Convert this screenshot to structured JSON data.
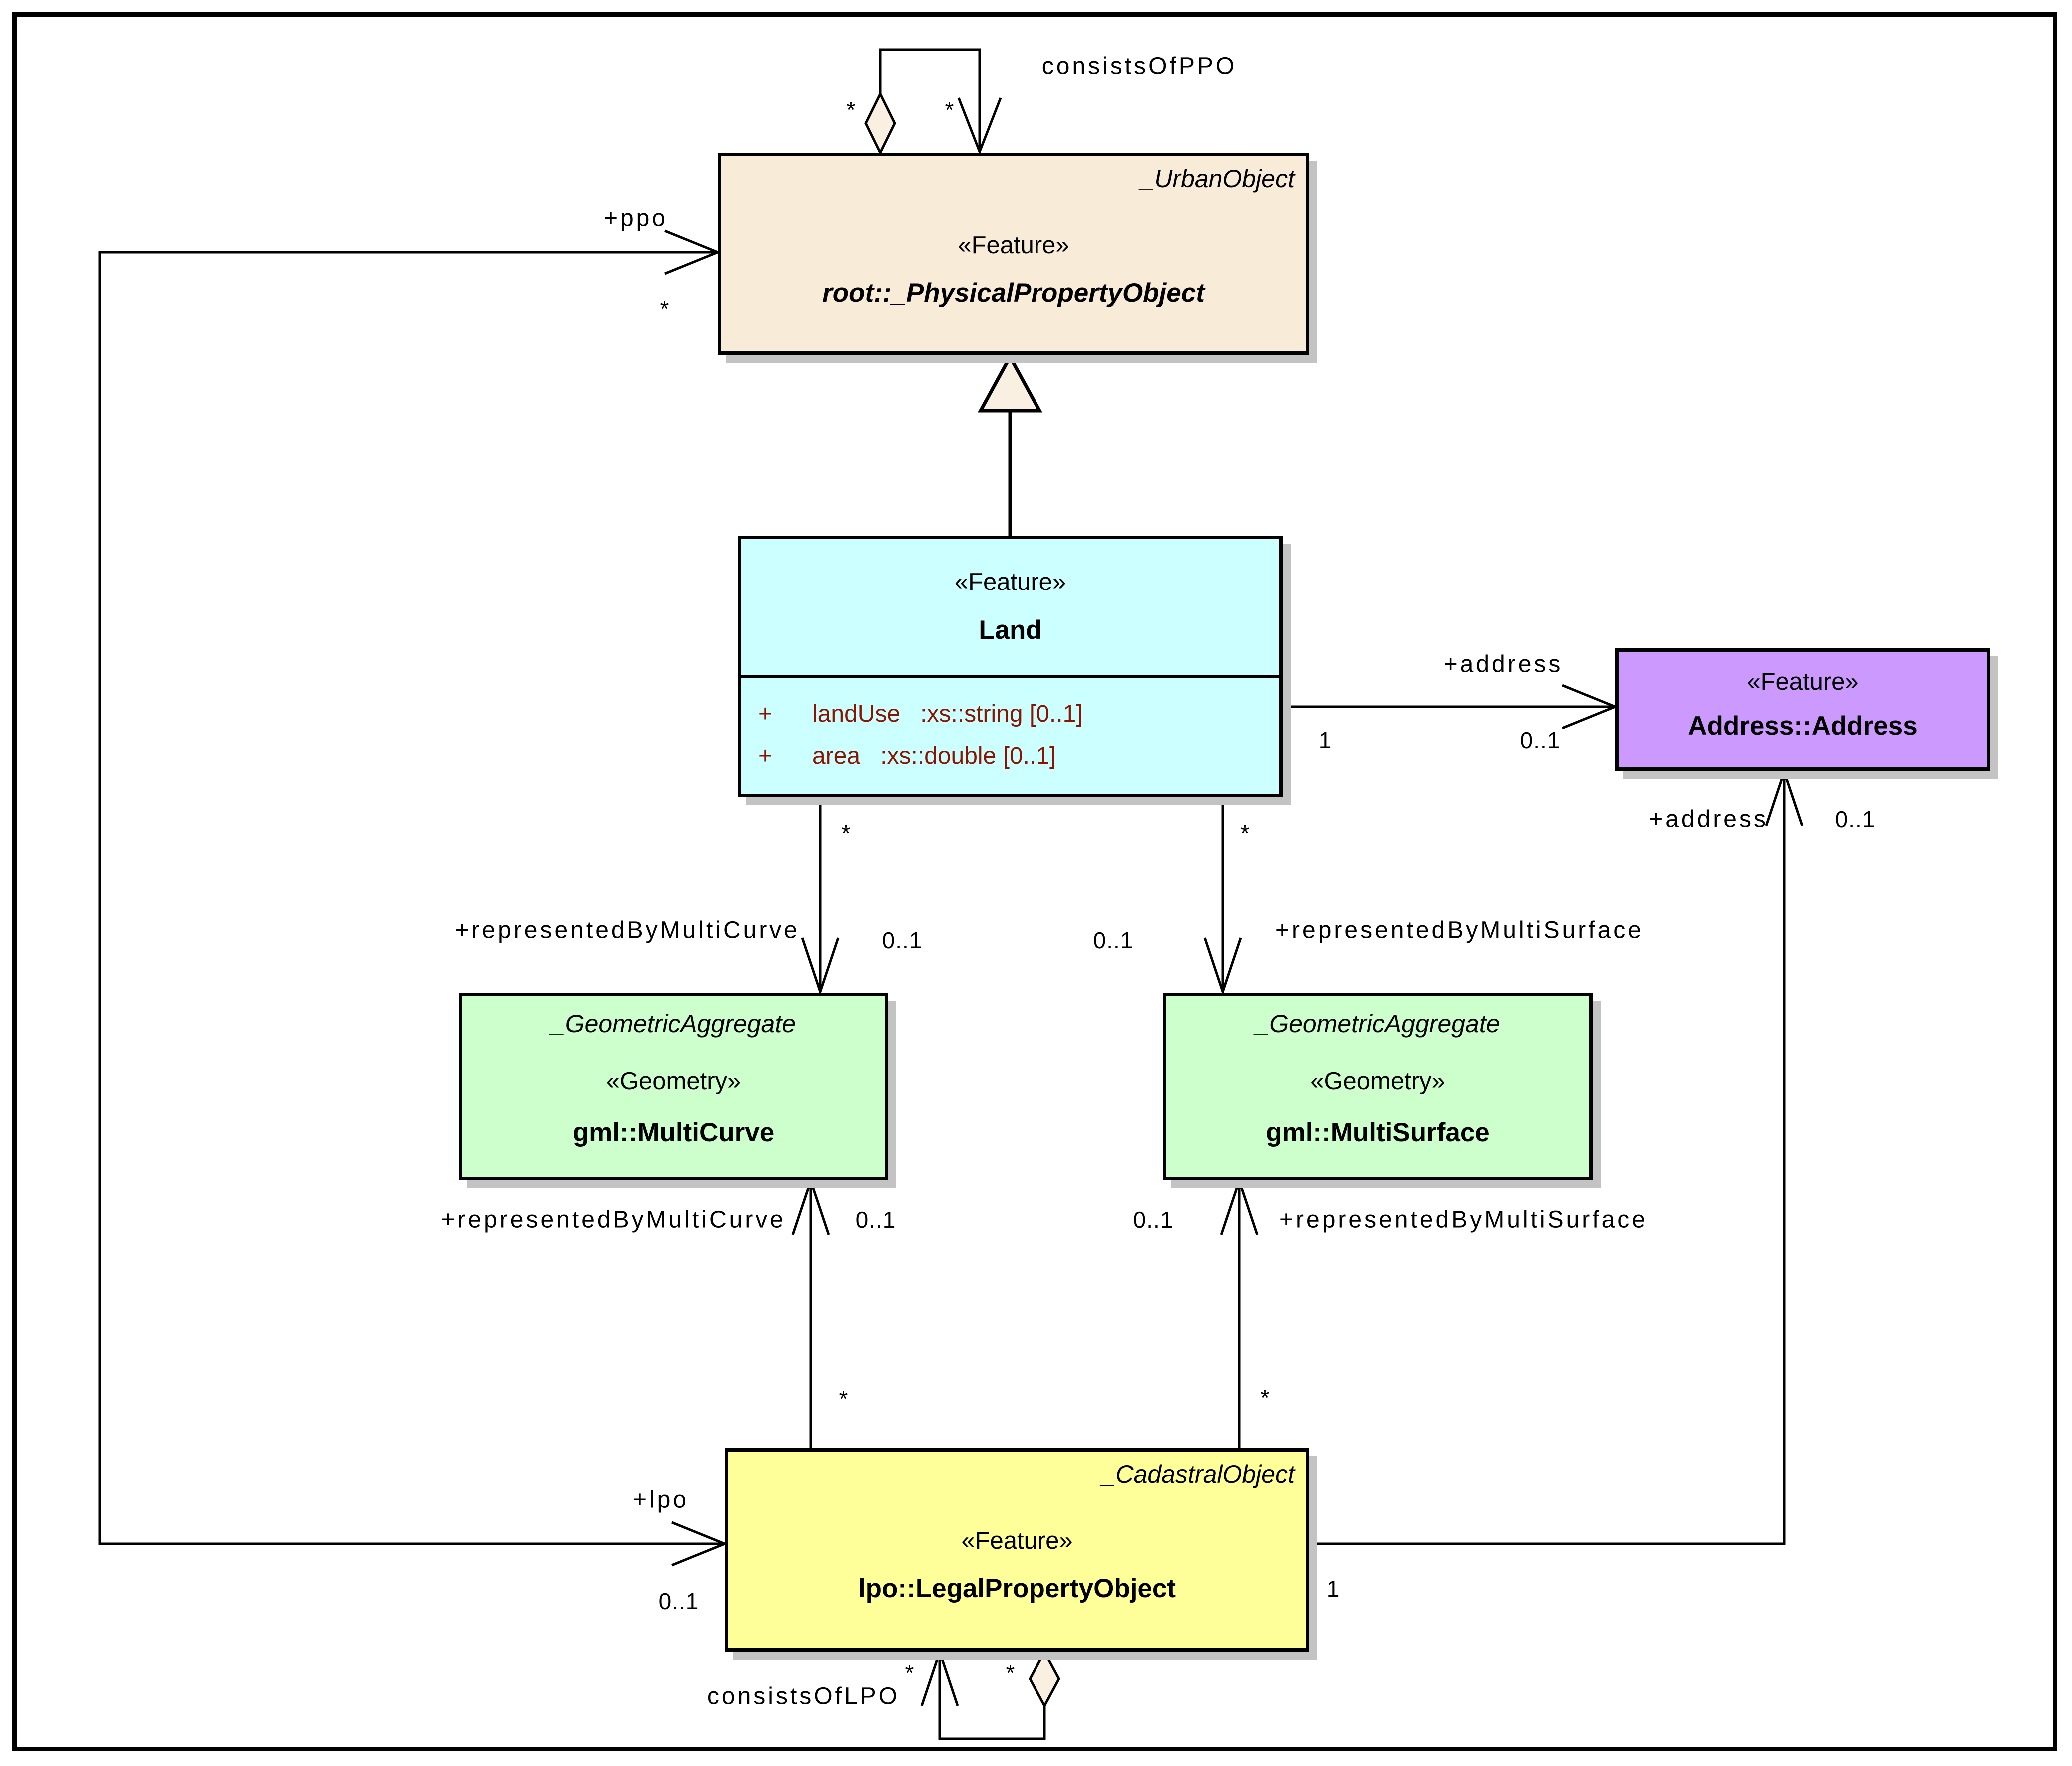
{
  "diagram_title": "UML class diagram - Land / LegalPropertyObject model",
  "colors": {
    "ppo_fill": "#f8ecd9",
    "land_fill": "#ccffff",
    "address_fill": "#cc99ff",
    "geometry_fill": "#ccffcc",
    "lpo_fill": "#ffff99",
    "shadow": "#c3c3c3",
    "attribute_text": "#8b1400",
    "line": "#000000"
  },
  "classes": {
    "ppo": {
      "tag": "_UrbanObject",
      "stereotype": "«Feature»",
      "name": "root::_PhysicalPropertyObject"
    },
    "land": {
      "stereotype": "«Feature»",
      "name": "Land",
      "attributes": [
        "+      landUse   :xs::string [0..1]",
        "+      area   :xs::double [0..1]"
      ]
    },
    "address": {
      "stereotype": "«Feature»",
      "name": "Address::Address"
    },
    "multicurve": {
      "tag": "_GeometricAggregate",
      "stereotype": "«Geometry»",
      "name": "gml::MultiCurve"
    },
    "multisurface": {
      "tag": "_GeometricAggregate",
      "stereotype": "«Geometry»",
      "name": "gml::MultiSurface"
    },
    "lpo": {
      "tag": "_CadastralObject",
      "stereotype": "«Feature»",
      "name": "lpo::LegalPropertyObject"
    }
  },
  "associations": {
    "consists_of_ppo": {
      "name": "consistsOfPPO",
      "mult_diamond": "*",
      "mult_arrow": "*"
    },
    "ppo_lpo": {
      "role_ppo": "+ppo",
      "mult_ppo": "*",
      "role_lpo": "+lpo",
      "mult_lpo": "0..1"
    },
    "land_address": {
      "role": "+address",
      "mult_source": "1",
      "mult_target": "0..1"
    },
    "land_multicurve": {
      "role": "+representedByMultiCurve",
      "mult_source": "*",
      "mult_target": "0..1"
    },
    "land_multisurface": {
      "role": "+representedByMultiSurface",
      "mult_source": "*",
      "mult_target": "0..1"
    },
    "lpo_multicurve": {
      "role": "+representedByMultiCurve",
      "mult_source": "*",
      "mult_target": "0..1"
    },
    "lpo_multisurface": {
      "role": "+representedByMultiSurface",
      "mult_source": "*",
      "mult_target": "0..1"
    },
    "lpo_address": {
      "role": "+address",
      "mult_source": "1",
      "mult_target": "0..1"
    },
    "consists_of_lpo": {
      "name": "consistsOfLPO",
      "mult_arrow": "*",
      "mult_diamond": "*"
    }
  }
}
